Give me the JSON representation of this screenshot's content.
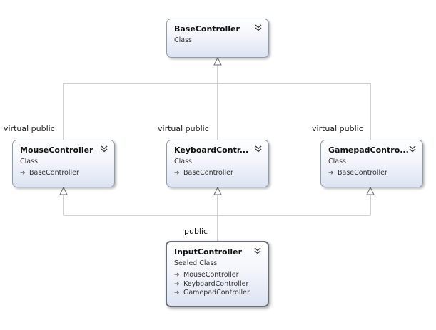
{
  "diagram": {
    "classes": [
      {
        "id": "base",
        "name": "BaseController",
        "kind": "Class",
        "bases": []
      },
      {
        "id": "mouse",
        "name": "MouseController",
        "kind": "Class",
        "bases": [
          "BaseController"
        ]
      },
      {
        "id": "keyboard",
        "name": "KeyboardContr...",
        "kind": "Class",
        "bases": [
          "BaseController"
        ]
      },
      {
        "id": "gamepad",
        "name": "GamepadContro...",
        "kind": "Class",
        "bases": [
          "BaseController"
        ]
      },
      {
        "id": "input",
        "name": "InputController",
        "kind": "Sealed Class",
        "bases": [
          "MouseController",
          "KeyboardController",
          "GamepadController"
        ]
      }
    ],
    "edge_labels": {
      "mouse": "virtual public",
      "keyboard": "virtual public",
      "gamepad": "virtual public",
      "input": "public"
    },
    "colors": {
      "connector": "#a3a3a3",
      "box_border": "#8f9bb0",
      "sealed_border": "#6b6f78"
    },
    "icons": {
      "collapse": "double-chevron-down-icon",
      "inherit": "inheritance-arrow-icon"
    }
  }
}
